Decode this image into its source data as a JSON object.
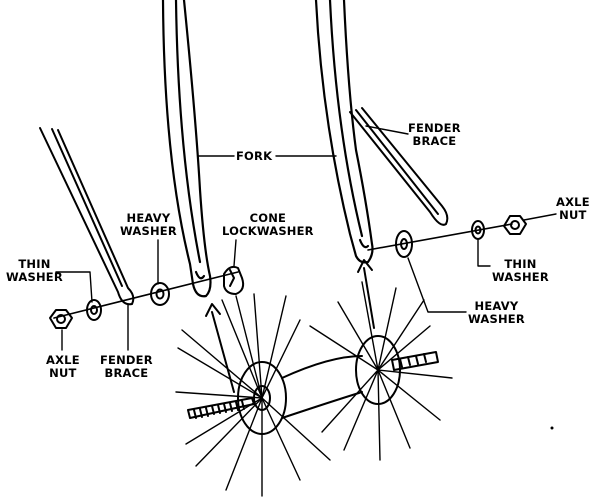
{
  "labels": {
    "fork": "FORK",
    "fender_brace_right": [
      "FENDER",
      "BRACE"
    ],
    "heavy_washer_left": [
      "HEAVY",
      "WASHER"
    ],
    "cone_lockwasher": [
      "CONE",
      "LOCKWASHER"
    ],
    "axle_nut_right": [
      "AXLE",
      "NUT"
    ],
    "thin_washer_left": [
      "THIN",
      "WASHER"
    ],
    "thin_washer_right": [
      "THIN",
      "WASHER"
    ],
    "heavy_washer_right": [
      "HEAVY",
      "WASHER"
    ],
    "axle_nut_left": [
      "AXLE",
      "NUT"
    ],
    "fender_brace_left": [
      "FENDER",
      "BRACE"
    ]
  },
  "colors": {
    "ink": "#000000",
    "paper": "#ffffff"
  }
}
